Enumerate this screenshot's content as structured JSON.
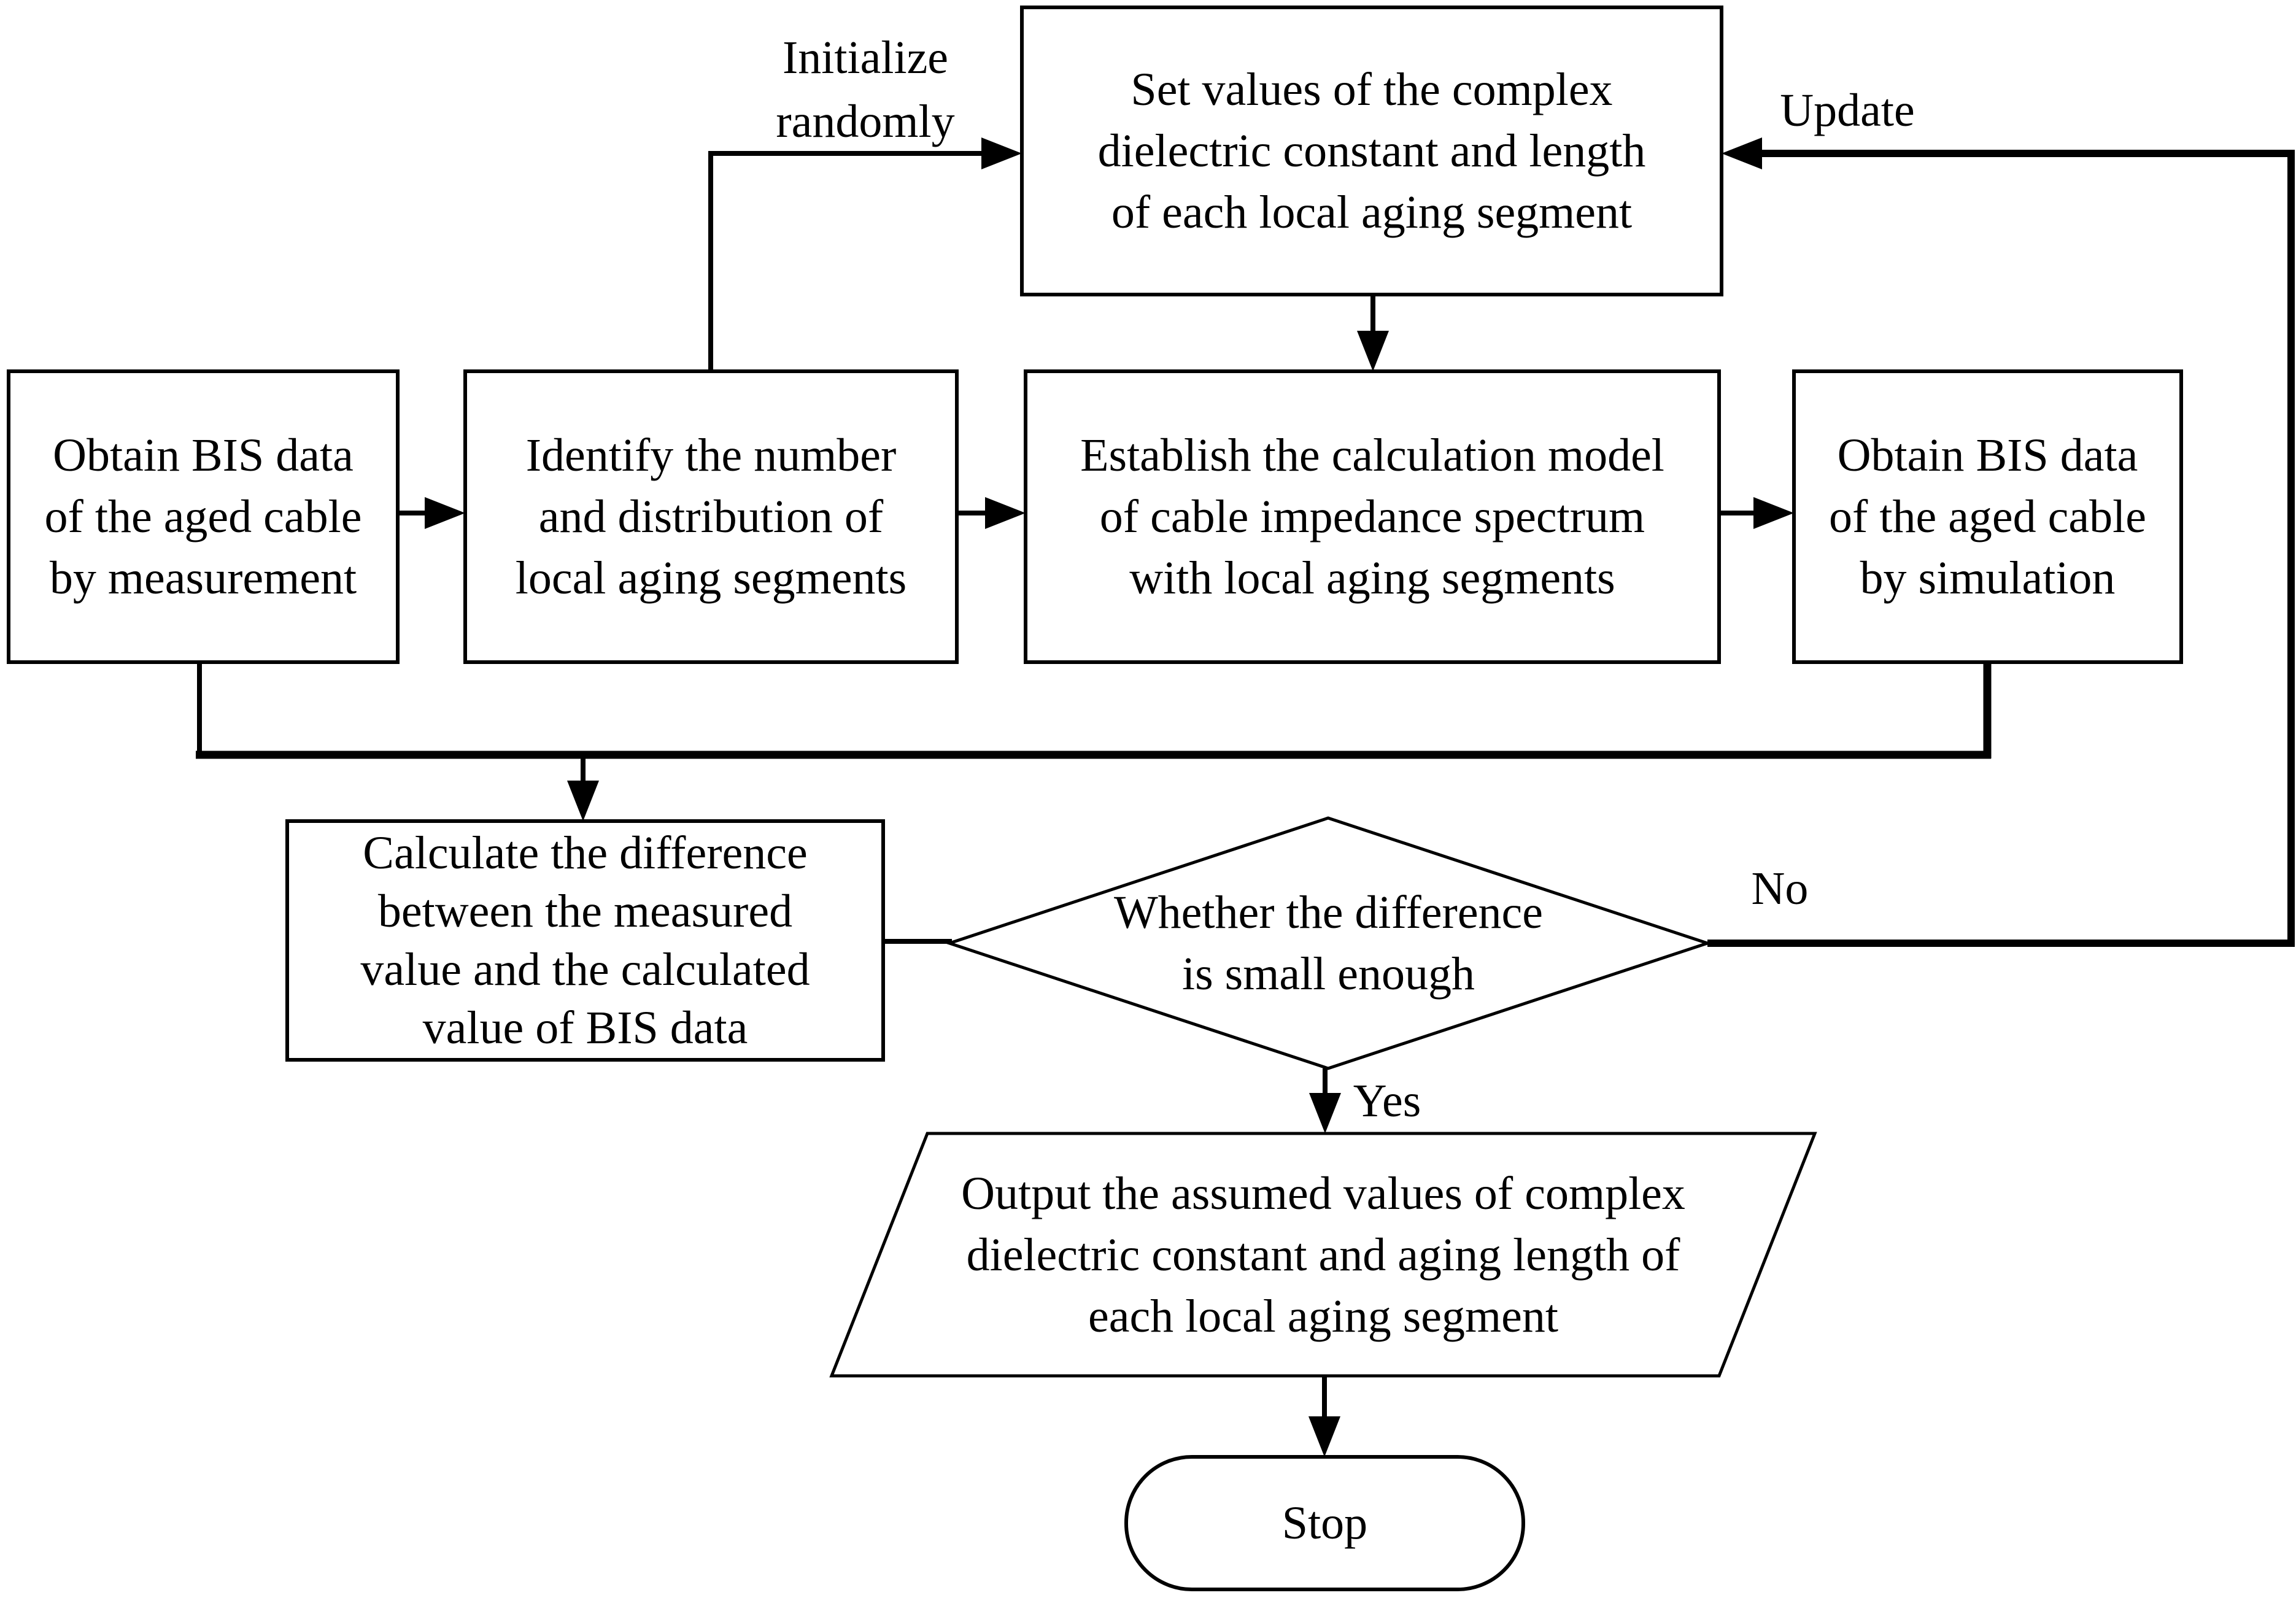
{
  "figure": {
    "type": "flowchart",
    "background_color": "#ffffff",
    "line_color": "#000000",
    "text_color": "#000000"
  },
  "nodes": {
    "set_values": {
      "shape": "process",
      "label": "Set values of the complex\ndielectric constant and length\nof each local aging segment"
    },
    "obtain_measured": {
      "shape": "process",
      "label": "Obtain BIS data\nof the aged cable\nby measurement"
    },
    "identify_segments": {
      "shape": "process",
      "label": "Identify the number\nand distribution of\nlocal aging segments"
    },
    "establish_model": {
      "shape": "process",
      "label": "Establish the calculation model\nof cable impedance spectrum\nwith local aging segments"
    },
    "obtain_simulated": {
      "shape": "process",
      "label": "Obtain BIS data\nof the aged cable\nby simulation"
    },
    "calculate_difference": {
      "shape": "process",
      "label": "Calculate the difference\nbetween the measured\nvalue and the calculated\nvalue of BIS data"
    },
    "difference_check": {
      "shape": "decision",
      "label": "Whether the difference\nis small enough"
    },
    "output_values": {
      "shape": "input-output",
      "label": "Output the assumed values of complex\ndielectric constant and aging length of\neach local aging segment"
    },
    "stop": {
      "shape": "terminator",
      "label": "Stop"
    }
  },
  "edge_labels": {
    "initialize": "Initialize\nrandomly",
    "update": "Update",
    "no": "No",
    "yes": "Yes"
  }
}
